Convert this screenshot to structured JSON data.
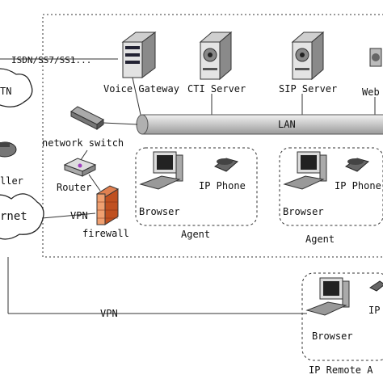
{
  "title": "",
  "labels": {
    "trunk": "ISDN/SS7/SS1...",
    "voice_gateway": "Voice Gateway",
    "cti_server": "CTI Server",
    "sip_server": "SIP Server",
    "web": "Web",
    "lan": "LAN",
    "network_switch": "network switch",
    "router": "Router",
    "firewall": "firewall",
    "vpn_short": "VPN",
    "browser_1": "Browser",
    "ip_phone_1": "IP Phone",
    "agent_1": "Agent",
    "browser_2": "Browser",
    "ip_phone_2": "IP Phone",
    "agent_2": "Agent",
    "vpn_long": "VPN",
    "remote_browser": "Browser",
    "remote_ip": "IP",
    "remote_title": "IP Remote A",
    "pstn": "TN",
    "caller": "ller",
    "internet": "rnet"
  }
}
